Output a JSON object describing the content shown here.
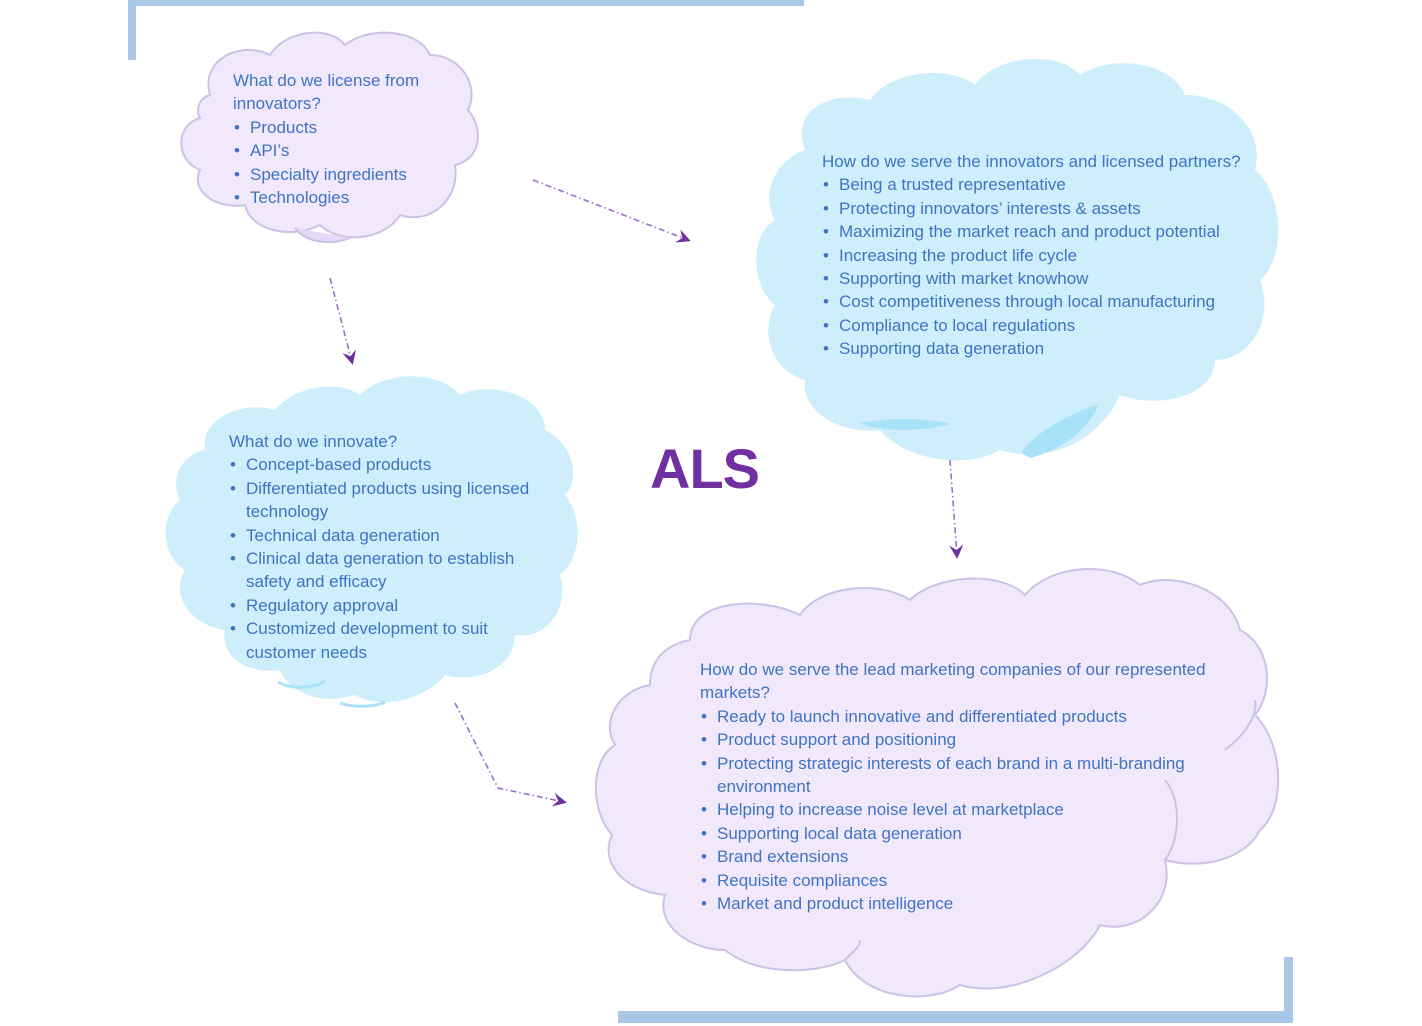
{
  "title": "ALS",
  "colors": {
    "text": "#3f74c4",
    "title": "#7030a0",
    "arrow": "#7030a0",
    "lavender_cloud_fill": "#f1e8fb",
    "lavender_cloud_stroke": "#c9c3e6",
    "blue_cloud_fill": "#cdeefa",
    "frame": "#a9c8e8"
  },
  "clouds": [
    {
      "question": "What do we license from innovators?",
      "items": [
        "Products",
        "API’s",
        "Specialty ingredients",
        "Technologies"
      ]
    },
    {
      "question": "How do we serve the innovators and licensed partners?",
      "items": [
        "Being a trusted representative",
        "Protecting innovators’ interests & assets",
        "Maximizing the market reach and product potential",
        "Increasing the product life cycle",
        "Supporting with market knowhow",
        "Cost competitiveness through local manufacturing",
        "Compliance to local regulations",
        "Supporting data generation"
      ]
    },
    {
      "question": "What do we innovate?",
      "items": [
        "Concept-based products",
        "Differentiated products using licensed technology",
        "Technical data generation",
        "Clinical data generation to establish safety and efficacy",
        "Regulatory approval",
        "Customized development to suit customer needs"
      ]
    },
    {
      "question": "How do we serve the lead marketing companies of our represented markets?",
      "items": [
        "Ready to launch innovative and differentiated products",
        "Product support and positioning",
        "Protecting strategic interests of each brand in a multi-branding environment",
        "Helping to increase noise level at marketplace",
        "Supporting local data generation",
        "Brand extensions",
        "Requisite compliances",
        "Market and product intelligence"
      ]
    }
  ],
  "arrows": [
    {
      "from": "license",
      "to": "serve-innovators"
    },
    {
      "from": "license",
      "to": "innovate"
    },
    {
      "from": "serve-innovators",
      "to": "serve-marketing-companies"
    },
    {
      "from": "innovate",
      "to": "serve-marketing-companies"
    }
  ]
}
